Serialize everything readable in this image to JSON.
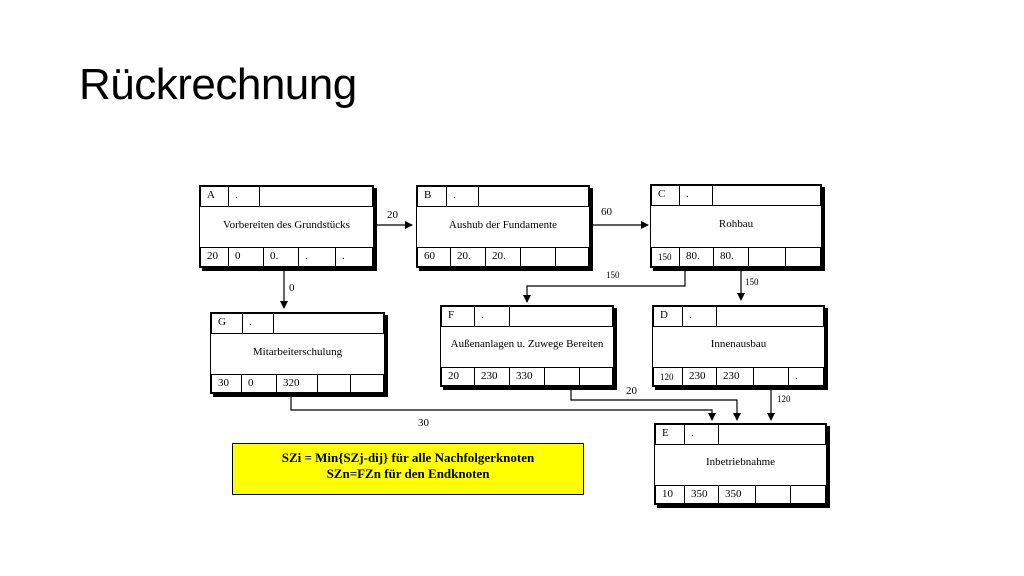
{
  "title": "Rückrechnung",
  "nodes": {
    "A": {
      "id": "A",
      "dot": ".",
      "name": "Vorbereiten des Grundstücks",
      "bottom": [
        "20",
        "0",
        "0.",
        ".",
        "."
      ]
    },
    "B": {
      "id": "B",
      "dot": ".",
      "name": "Aushub der Fundamente",
      "bottom": [
        "60",
        "20.",
        "20.",
        "",
        ""
      ]
    },
    "C": {
      "id": "C",
      "dot": ".",
      "name": "Rohbau",
      "bottom": [
        "150",
        "80.",
        "80.",
        "",
        ""
      ]
    },
    "G": {
      "id": "G",
      "dot": ".",
      "name": "Mitarbeiterschulung",
      "bottom": [
        "30",
        "0",
        "320",
        "",
        ""
      ]
    },
    "F": {
      "id": "F",
      "dot": ".",
      "name": "Außenanlagen u. Zuwege Bereiten",
      "bottom": [
        "20",
        "230",
        "330",
        "",
        ""
      ]
    },
    "D": {
      "id": "D",
      "dot": ".",
      "name": "Innenausbau",
      "bottom": [
        "120",
        "230",
        "230",
        "",
        "."
      ]
    },
    "E": {
      "id": "E",
      "dot": ".",
      "name": "Inbetriebnahme",
      "bottom": [
        "10",
        "350",
        "350",
        "",
        ""
      ]
    }
  },
  "edge_labels": {
    "ab": "20",
    "bc": "60",
    "ag": "0",
    "cf": "150",
    "cd": "150",
    "de": "120",
    "fe": "20",
    "ge": "30"
  },
  "formula": {
    "line1": "SZi = Min{SZj-dij} für alle Nachfolgerknoten",
    "line2": "SZn=FZn für den Endknoten"
  }
}
